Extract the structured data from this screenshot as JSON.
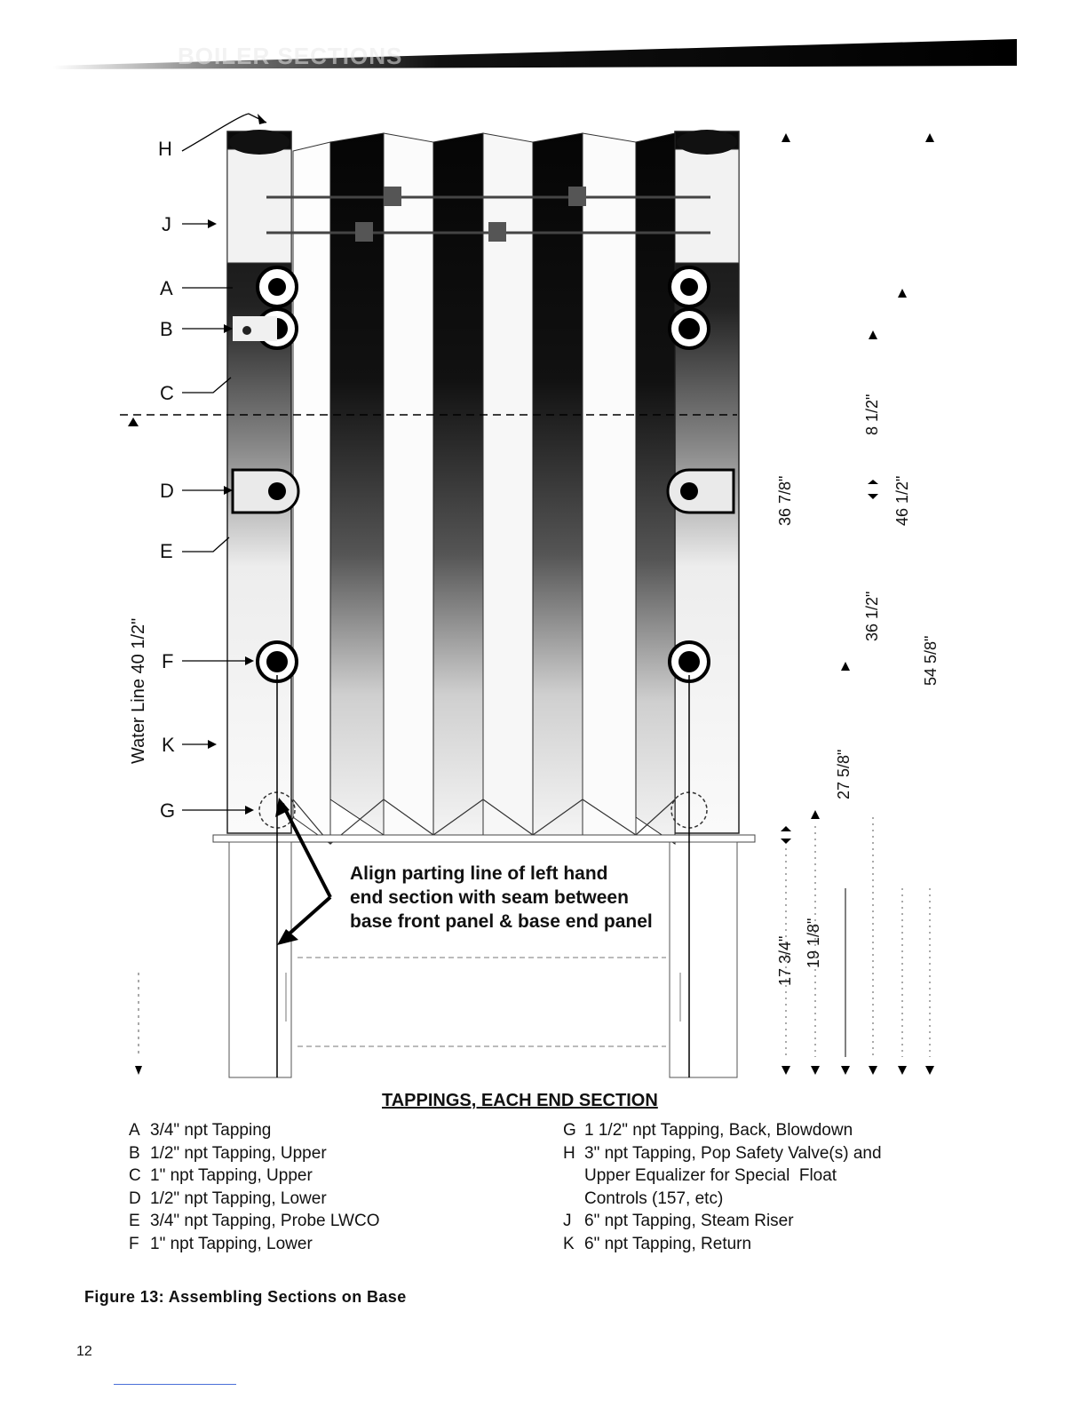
{
  "header": {
    "section_title": "BOILER SECTIONS"
  },
  "figure": {
    "callouts": [
      "H",
      "J",
      "A",
      "B",
      "C",
      "D",
      "E",
      "F",
      "K",
      "G"
    ],
    "water_line_label": "Water Line 40 1/2\"",
    "dimensions": [
      "36 7/8\"",
      "8 1/2\"",
      "46 1/2\"",
      "36 1/2\"",
      "54 5/8\"",
      "27 5/8\"",
      "17 3/4\"",
      "19 1/8\""
    ],
    "alignment_note": [
      "Align parting line of left hand",
      "end section with seam between",
      "base front panel & base end panel"
    ]
  },
  "tappings": {
    "heading": "TAPPINGS, EACH END SECTION",
    "left": [
      {
        "letter": "A",
        "desc": "3/4\" npt Tapping"
      },
      {
        "letter": "B",
        "desc": "1/2\" npt Tapping, Upper"
      },
      {
        "letter": "C",
        "desc": "1\" npt Tapping, Upper"
      },
      {
        "letter": "D",
        "desc": "1/2\" npt Tapping, Lower"
      },
      {
        "letter": "E",
        "desc": "3/4\" npt Tapping, Probe LWCO"
      },
      {
        "letter": "F",
        "desc": "1\" npt Tapping, Lower"
      }
    ],
    "right": [
      {
        "letter": "G",
        "desc": "1 1/2\" npt Tapping, Back, Blowdown"
      },
      {
        "letter": "H",
        "desc": "3\" npt Tapping, Pop Safety Valve(s) and\nUpper Equalizer for Special  Float\nControls (157, etc)"
      },
      {
        "letter": "J",
        "desc": "6\" npt Tapping, Steam Riser"
      },
      {
        "letter": "K",
        "desc": "6\" npt Tapping, Return"
      }
    ]
  },
  "caption": "Figure 13:  Assembling Sections on Base",
  "page_number": "12"
}
